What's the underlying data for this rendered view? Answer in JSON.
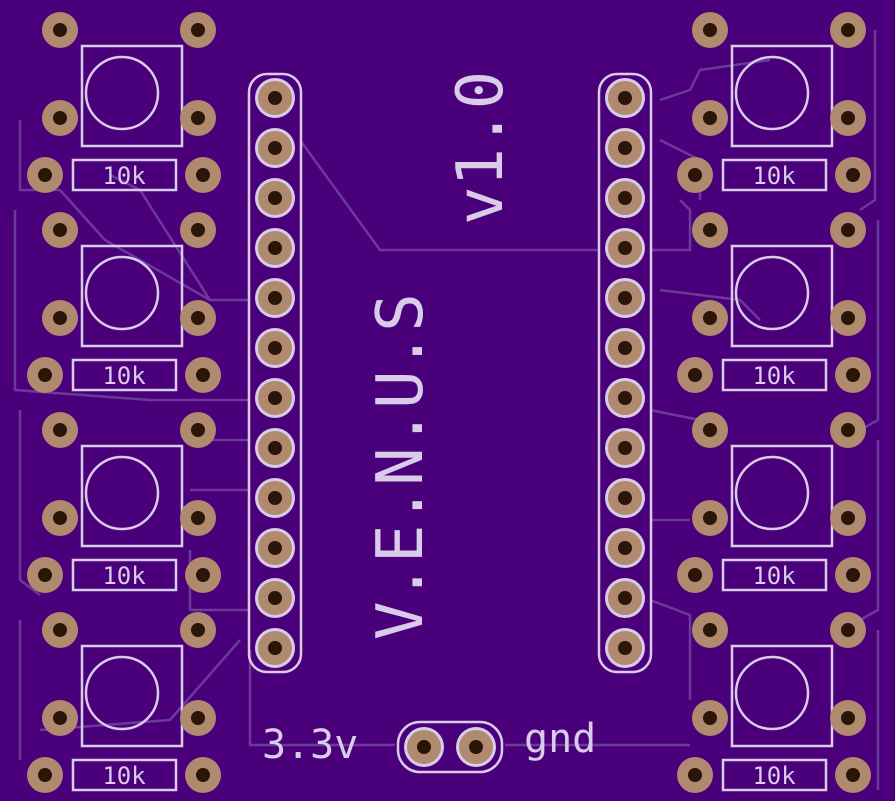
{
  "board": {
    "substrate_color": "#4a007a",
    "trace_color": "#6a3a99",
    "silkscreen_color": "#d8cce8",
    "pad_color": "#b08a6e",
    "hole_color": "#2a1608"
  },
  "labels": {
    "title": "V.E.N.U.S",
    "version": "v1.0",
    "power": "3.3v",
    "ground": "gnd"
  },
  "resistors": {
    "left": [
      "10k",
      "10k",
      "10k",
      "10k"
    ],
    "right": [
      "10k",
      "10k",
      "10k",
      "10k"
    ]
  },
  "headers": {
    "left_pin_count": 12,
    "right_pin_count": 12
  },
  "buttons": {
    "left_count": 4,
    "right_count": 4
  },
  "power_connector": {
    "pin_count": 2
  }
}
